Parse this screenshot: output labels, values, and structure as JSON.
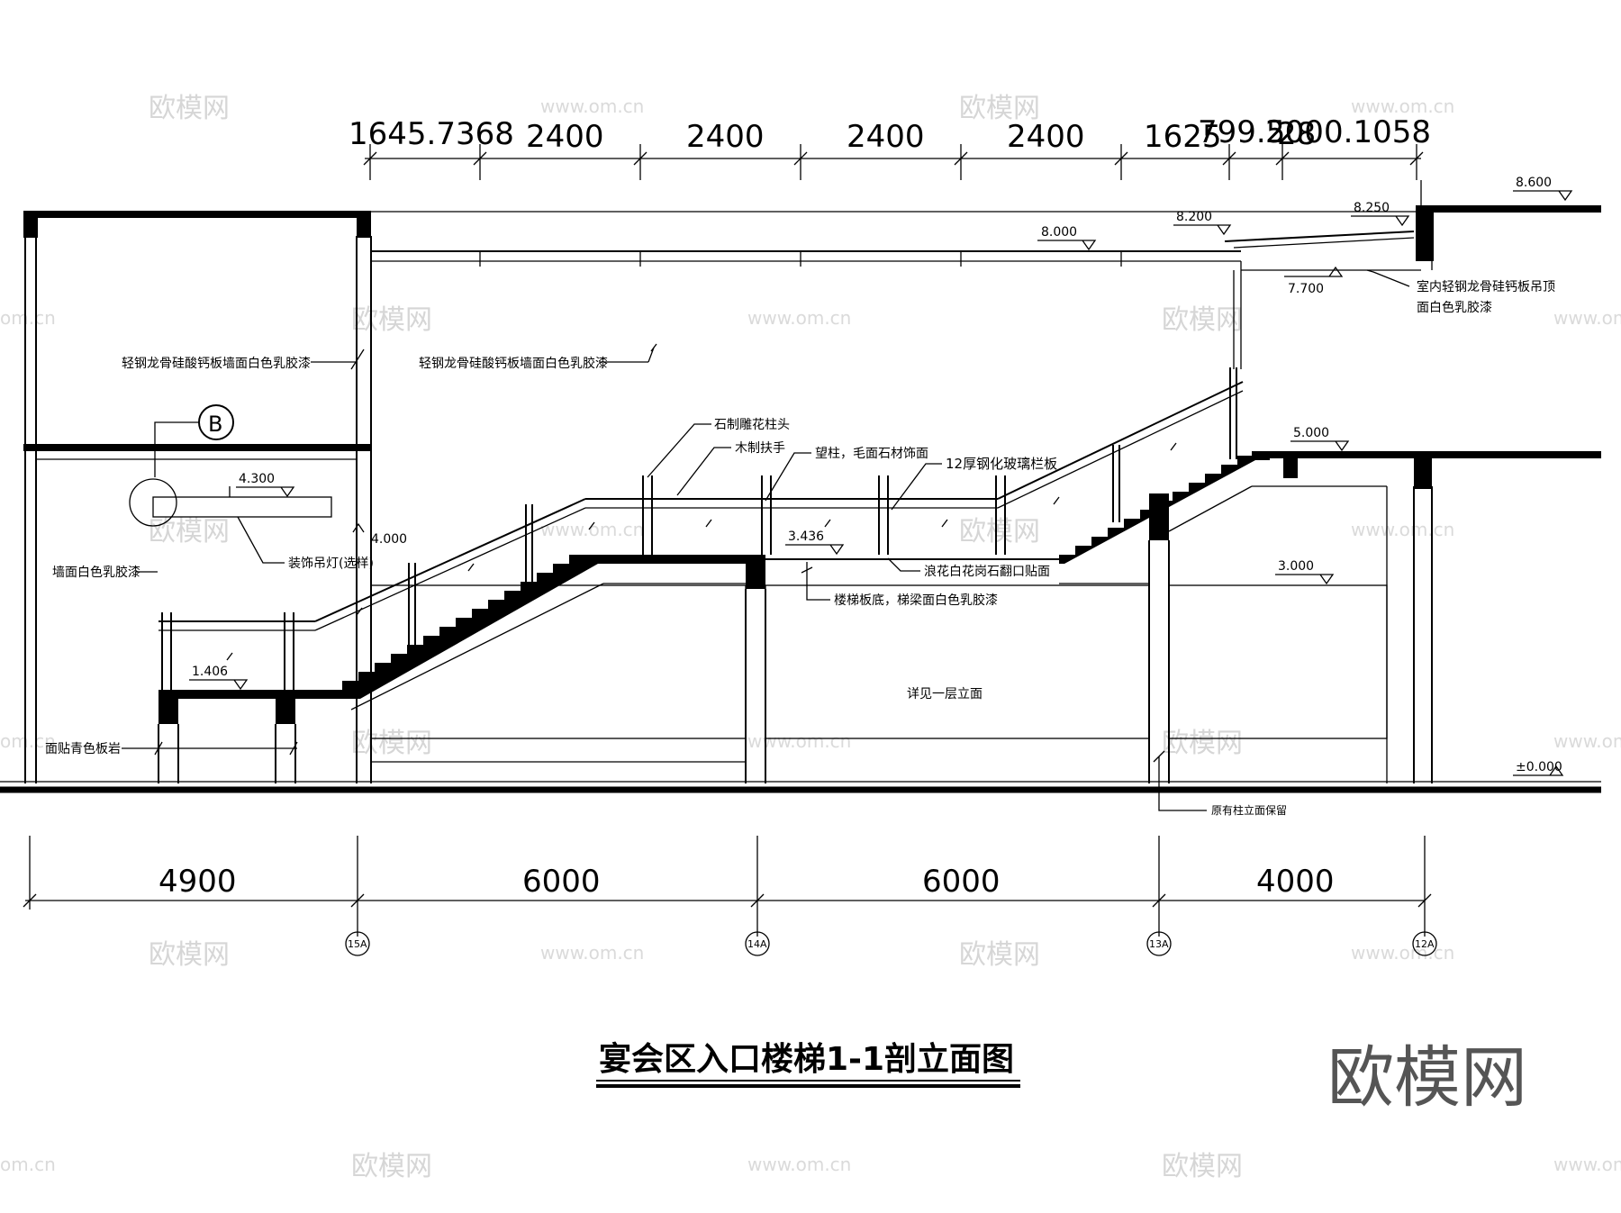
{
  "drawing": {
    "title": "宴会区入口楼梯1-1剖立面图",
    "top_dimensions": [
      "1645.7368",
      "2400",
      "2400",
      "2400",
      "2400",
      "1625",
      "799.5",
      "200",
      "0.1058",
      "28"
    ],
    "bottom_dimensions": [
      "4900",
      "6000",
      "6000",
      "4000"
    ],
    "axis_labels": [
      "15A",
      "14A",
      "13A",
      "12A"
    ],
    "detail_callout": "B",
    "levels": {
      "l8600": "8.600",
      "l8250": "8.250",
      "l8200": "8.200",
      "l8000": "8.000",
      "l7700": "7.700",
      "l5000": "5.000",
      "l4300": "4.300",
      "l4000": "4.000",
      "l3436": "3.436",
      "l3000": "3.000",
      "l1406": "1.406",
      "l0000": "±0.000"
    },
    "notes": {
      "wall_left": "轻钢龙骨硅酸钙板墙面白色乳胶漆",
      "wall_mid": "轻钢龙骨硅酸钙板墙面白色乳胶漆",
      "ceiling_1": "室内轻钢龙骨硅钙板吊顶",
      "ceiling_2": "面白色乳胶漆",
      "stone_post_head": "石制雕花柱头",
      "wood_handrail": "木制扶手",
      "post_finish": "望柱，毛面石材饰面",
      "glass_rail": "12厚钢化玻璃栏板",
      "granite_edge": "浪花白花岗石翻口贴面",
      "stair_soffit": "楼梯板底，梯梁面白色乳胶漆",
      "pendant_lamp": "装饰吊灯(选样)",
      "wall_paint": "墙面白色乳胶漆",
      "slate": "面贴青色板岩",
      "see_elevation": "详见一层立面",
      "keep_column": "原有柱立面保留"
    },
    "watermark_text": "欧模网",
    "watermark_url": "www.om.cn",
    "watermark_url_partial": "om.cn",
    "logo_text": "欧模网"
  }
}
